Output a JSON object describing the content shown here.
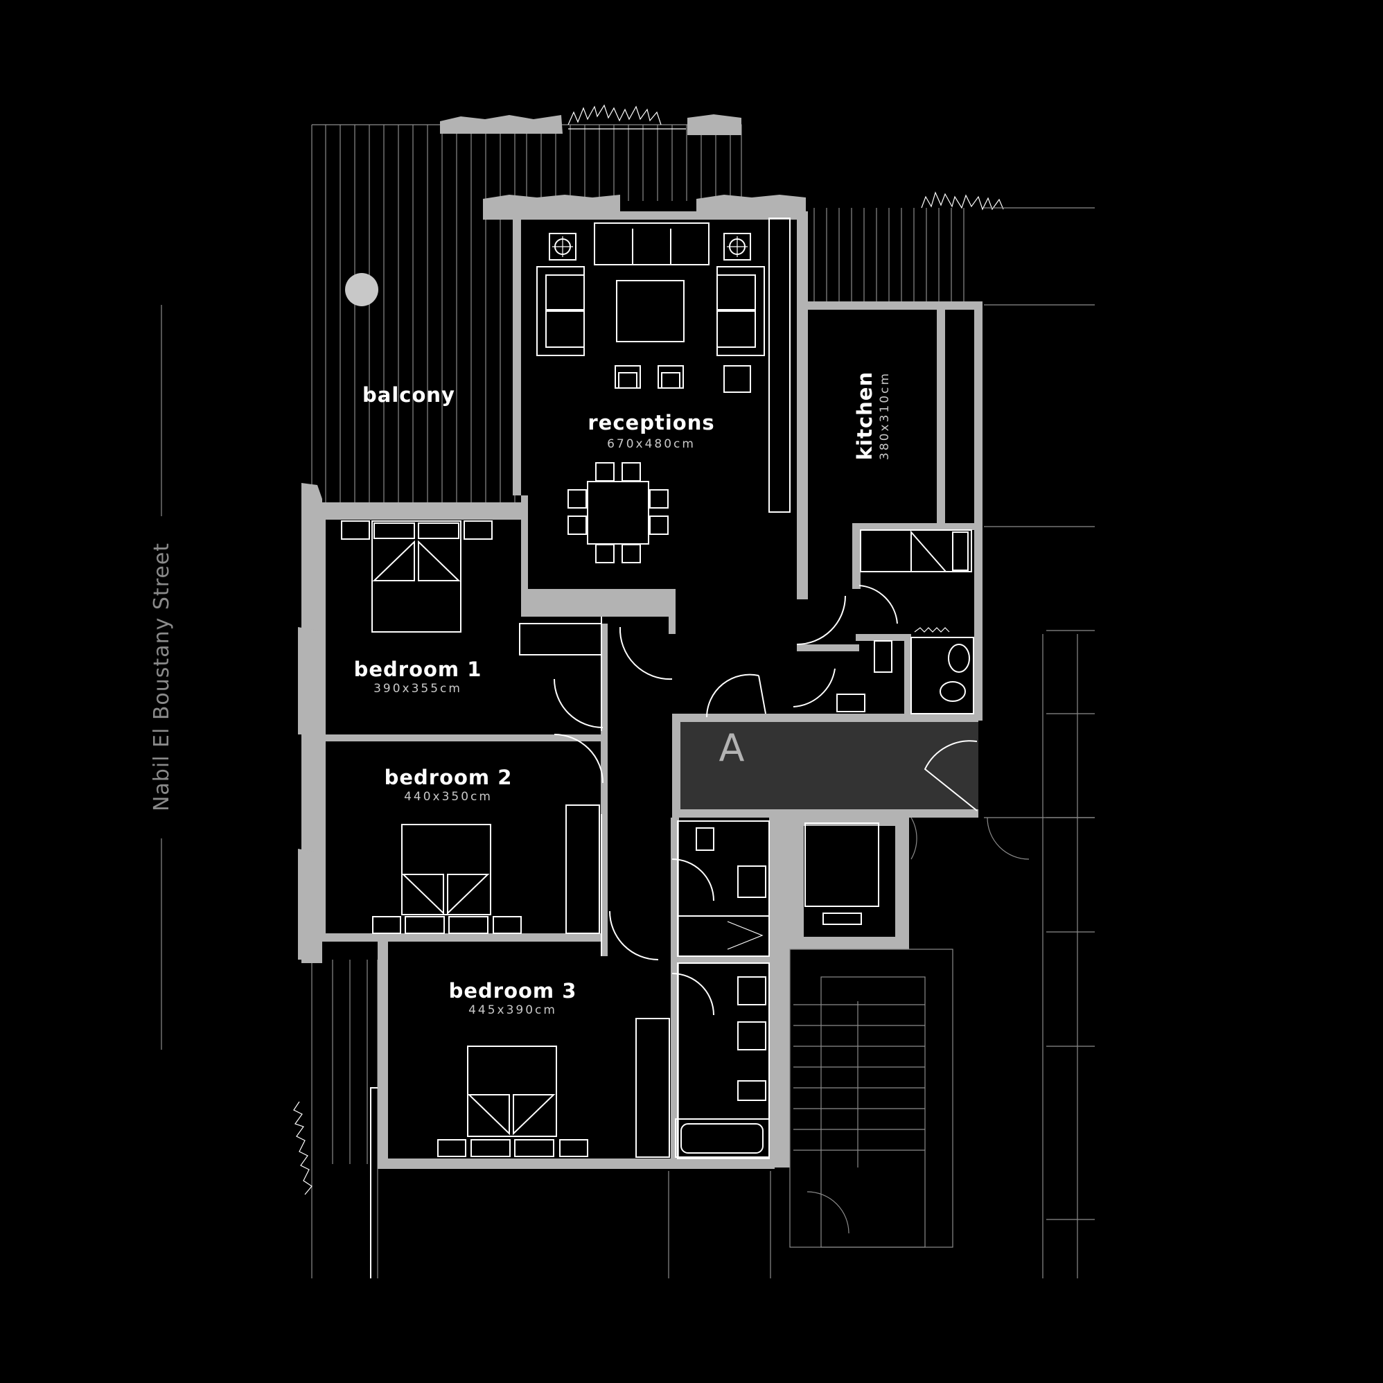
{
  "street": "Nabil El Boustany Street",
  "entrance_marker": "A",
  "rooms": {
    "balcony": {
      "name": "balcony"
    },
    "receptions": {
      "name": "receptions",
      "size": "670x480cm"
    },
    "kitchen": {
      "name": "kitchen",
      "size": "380x310cm"
    },
    "bedroom1": {
      "name": "bedroom 1",
      "size": "390x355cm"
    },
    "bedroom2": {
      "name": "bedroom 2",
      "size": "440x350cm"
    },
    "bedroom3": {
      "name": "bedroom 3",
      "size": "445x390cm"
    }
  },
  "colors": {
    "background": "#000000",
    "wall": "#b3b3b3",
    "line": "#ffffff",
    "entry": "#333333"
  }
}
